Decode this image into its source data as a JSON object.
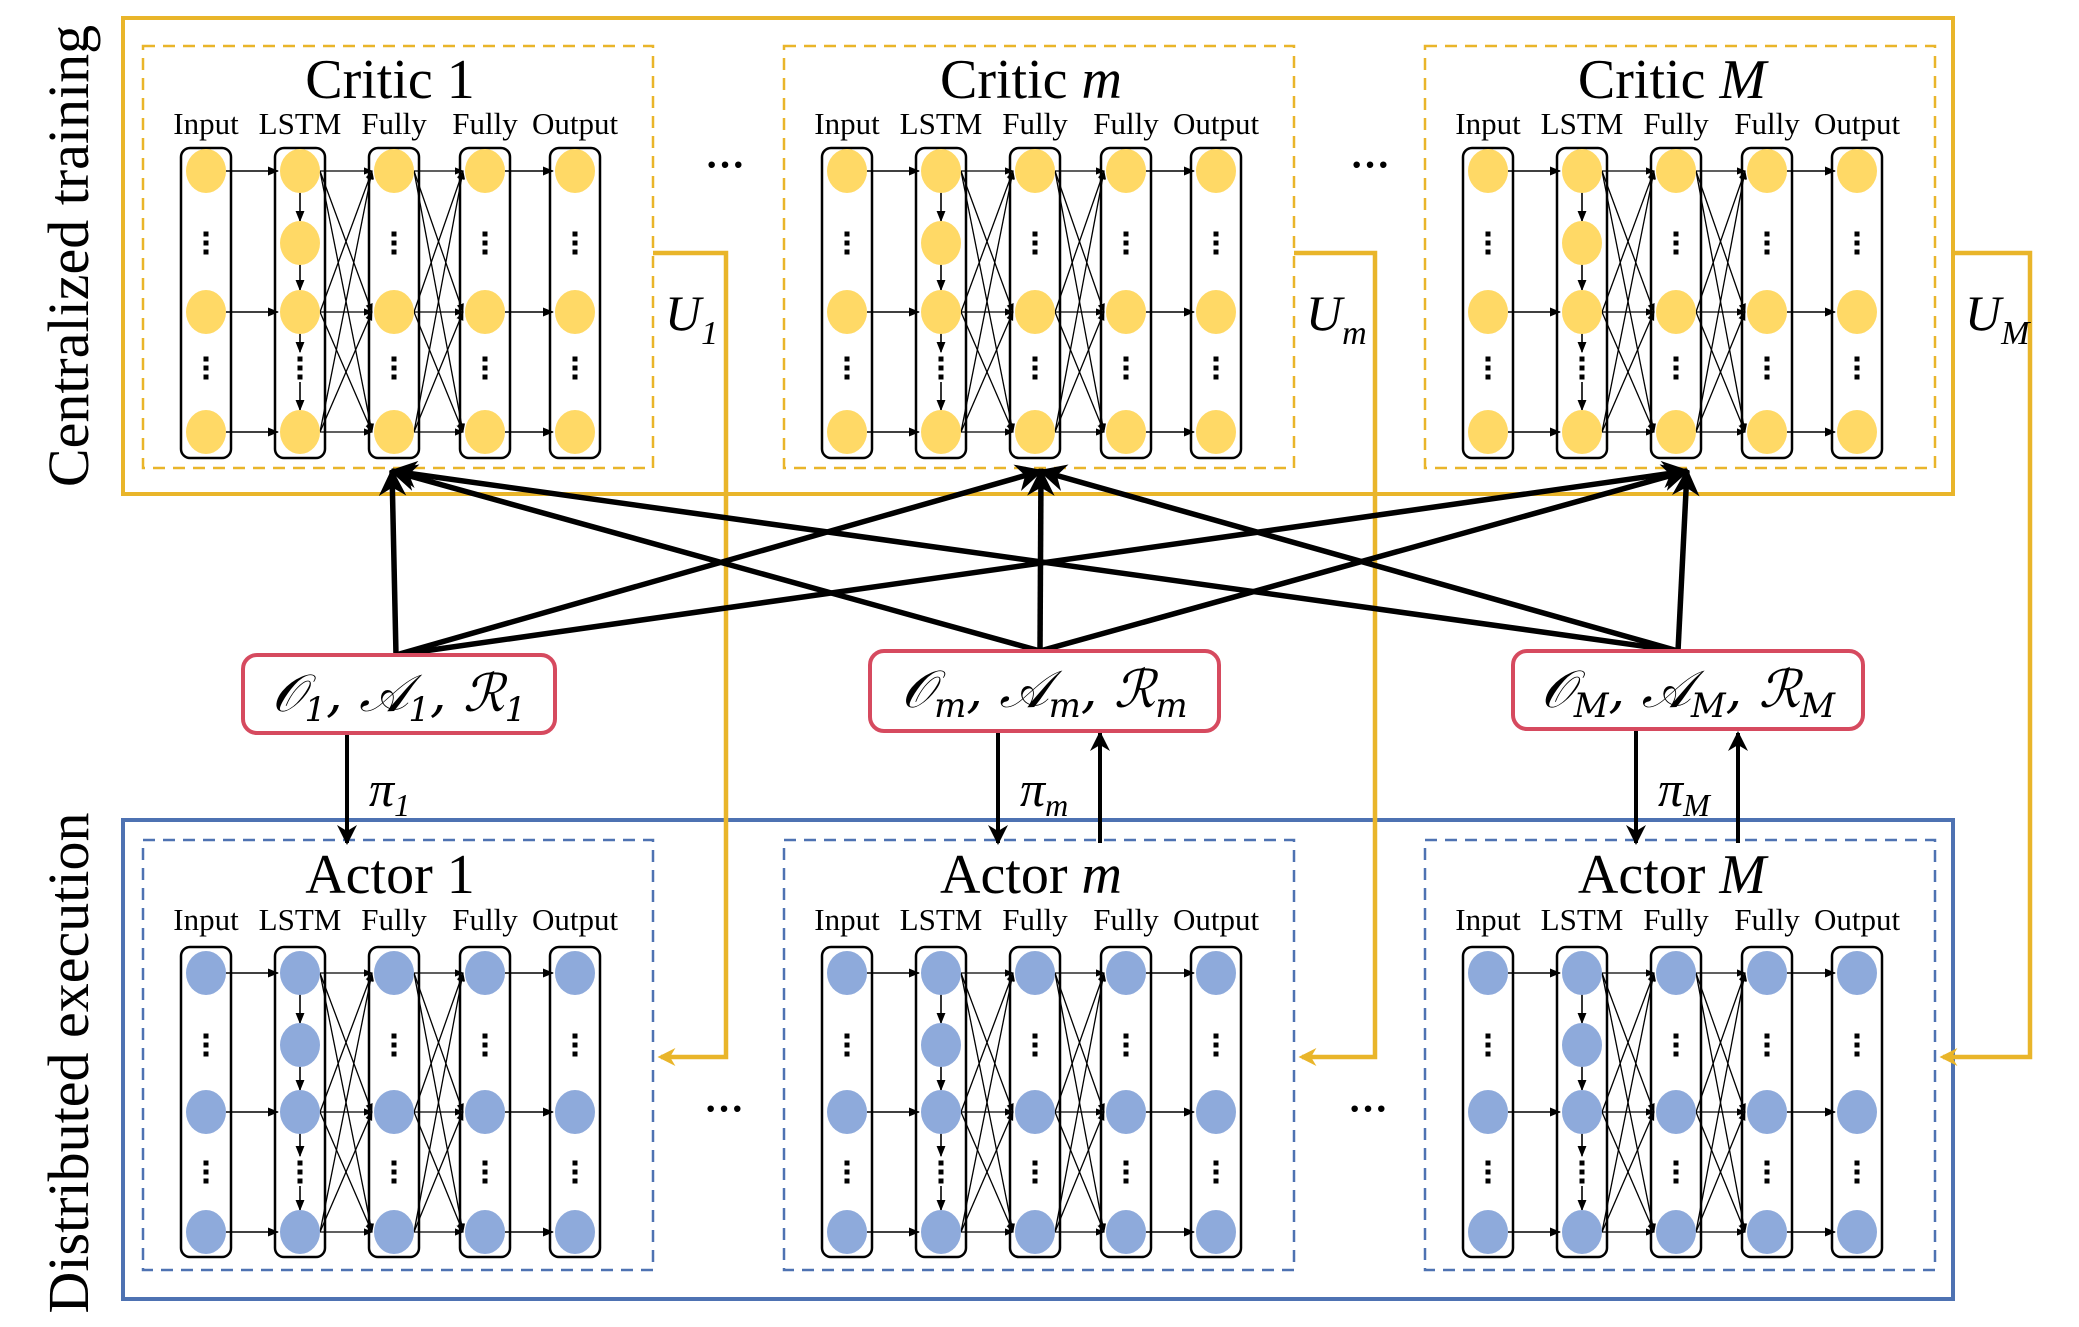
{
  "side_labels": {
    "top": "Centralized training",
    "bottom": "Distributed execution"
  },
  "colors": {
    "critic_frame": "#e9b52a",
    "actor_frame": "#4e72b2",
    "critic_node": "#ffd966",
    "actor_node": "#8eaadb",
    "oar_box": "#d64a5f",
    "arrow": "#000000"
  },
  "layer_labels": [
    "Input",
    "LSTM",
    "Fully",
    "Fully",
    "Output"
  ],
  "ellipsis": "···",
  "critics": [
    {
      "title": "Critic",
      "index": "1",
      "index_italic": false,
      "feedback_label": "U",
      "feedback_sub": "1",
      "feedback_sub_italic": false
    },
    {
      "title": "Critic",
      "index": "m",
      "index_italic": true,
      "feedback_label": "U",
      "feedback_sub": "m",
      "feedback_sub_italic": true
    },
    {
      "title": "Critic",
      "index": "M",
      "index_italic": true,
      "feedback_label": "U",
      "feedback_sub": "M",
      "feedback_sub_italic": true
    }
  ],
  "actors": [
    {
      "title": "Actor",
      "index": "1",
      "index_italic": false,
      "policy": "π",
      "policy_sub": "1",
      "policy_sub_italic": false
    },
    {
      "title": "Actor",
      "index": "m",
      "index_italic": true,
      "policy": "π",
      "policy_sub": "m",
      "policy_sub_italic": true
    },
    {
      "title": "Actor",
      "index": "M",
      "index_italic": true,
      "policy": "π",
      "policy_sub": "M",
      "policy_sub_italic": true
    }
  ],
  "oar_boxes": [
    {
      "o": "𝒪",
      "a": "𝒜",
      "r": "ℛ",
      "sub": "1",
      "sub_italic": false
    },
    {
      "o": "𝒪",
      "a": "𝒜",
      "r": "ℛ",
      "sub": "m",
      "sub_italic": true
    },
    {
      "o": "𝒪",
      "a": "𝒜",
      "r": "ℛ",
      "sub": "M",
      "sub_italic": true
    }
  ]
}
